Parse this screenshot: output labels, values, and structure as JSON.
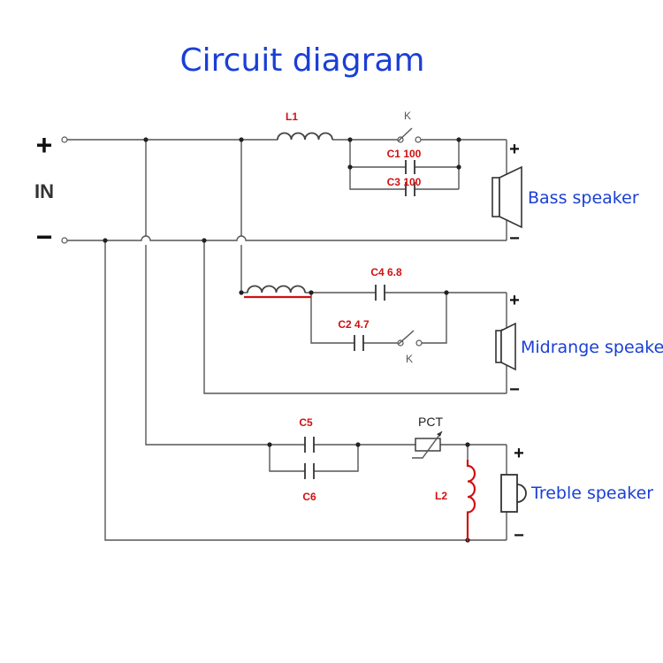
{
  "title": "Circuit diagram",
  "input": {
    "label": "IN",
    "plus": "+",
    "minus": "−"
  },
  "components": {
    "L1": "L1",
    "L2": "L2",
    "C1": "C1 100",
    "C2": "C2 4.7",
    "C3": "C3 100",
    "C4": "C4 6.8",
    "C5": "C5",
    "C6": "C6",
    "K_bass": "K",
    "K_mid": "K",
    "PCT": "PCT"
  },
  "speakers": {
    "bass": {
      "label": "Bass speaker",
      "plus": "+",
      "minus": "−"
    },
    "midrange": {
      "label": "Midrange speaker",
      "plus": "+",
      "minus": "−"
    },
    "treble": {
      "label": "Treble speaker",
      "plus": "+",
      "minus": "−"
    }
  },
  "colors": {
    "title": "#1a3fd6",
    "component_label": "#d01010",
    "wire": "#555555"
  }
}
